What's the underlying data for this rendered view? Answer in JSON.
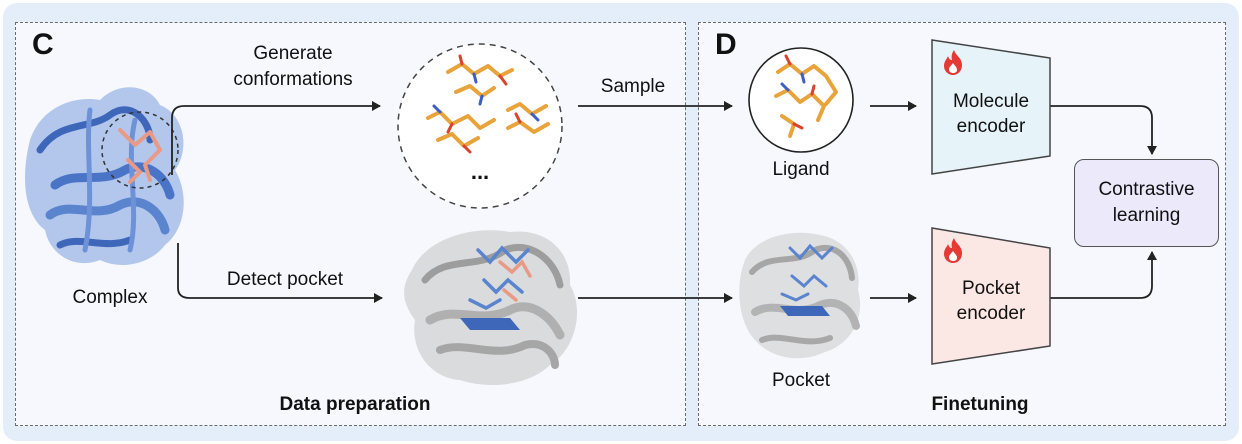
{
  "panel_c": {
    "letter": "C",
    "generate_label_line1": "Generate",
    "generate_label_line2": "conformations",
    "ellipsis": "...",
    "complex_label": "Complex",
    "detect_label": "Detect pocket",
    "sample_label": "Sample",
    "footer": "Data preparation"
  },
  "panel_d": {
    "letter": "D",
    "ligand_label": "Ligand",
    "pocket_label": "Pocket",
    "molecule_encoder_line1": "Molecule",
    "molecule_encoder_line2": "encoder",
    "pocket_encoder_line1": "Pocket",
    "pocket_encoder_line2": "encoder",
    "contrastive_line1": "Contrastive",
    "contrastive_line2": "learning",
    "footer": "Finetuning"
  },
  "colors": {
    "background": "#e4eefb",
    "panel": "#f6f8fd",
    "protein_blue": "#5b84cf",
    "ligand_orange": "#e8a33a",
    "ligand_pink": "#e89a86",
    "molecule_encoder_fill": "#e6f4fa",
    "pocket_encoder_fill": "#fbe8e4",
    "contrastive_fill": "#ece9fb",
    "flame_red": "#e53935"
  },
  "icons": [
    "flame-icon",
    "arrow-icon"
  ]
}
